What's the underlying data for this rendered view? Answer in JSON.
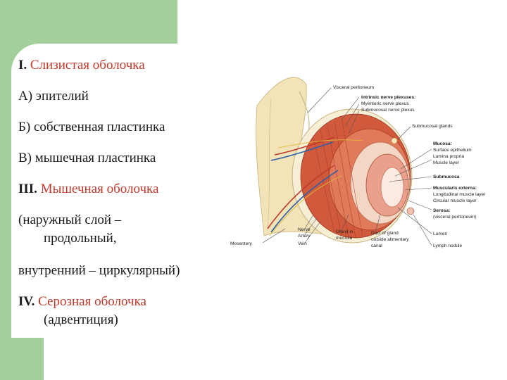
{
  "outline": [
    {
      "num": "I.",
      "text": "Слизистая оболочка",
      "highlight": true
    },
    {
      "num": "",
      "text": "А) эпителий",
      "highlight": false
    },
    {
      "num": "",
      "text": "Б) собственная пластинка",
      "highlight": false
    },
    {
      "num": "",
      "text": "В) мышечная пластинка",
      "highlight": false
    },
    {
      "num": "III.",
      "text": "Мышечная оболочка",
      "highlight": true
    },
    {
      "num": "",
      "text": "(наружный слой –",
      "highlight": false
    },
    {
      "num": "",
      "text": "продольный,",
      "highlight": false
    },
    {
      "num": "",
      "text": "внутренний – циркулярный)",
      "highlight": false
    },
    {
      "num": "IV.",
      "text": "Серозная оболочка",
      "highlight": true
    },
    {
      "num": "",
      "text": "(адвентиция)",
      "highlight": false
    }
  ],
  "diagram": {
    "labels": {
      "visceral_peritoneum": "Visceral peritoneum",
      "intrinsic_plexuses": "Intrinsic nerve plexuses:",
      "myenteric_plexus": "Myenteric nerve plexus",
      "submucosal_plexus": "Submucosal nerve plexus",
      "submucosal_glands": "Submucosal glands",
      "mucosa": "Mucosa:",
      "surface_epithelium": "Surface epithelium",
      "lamina_propria": "Lamina propria",
      "muscle_layer": "Muscle layer",
      "submucosa": "Submucosa",
      "muscularis_externa": "Muscularis externa:",
      "longitudinal_layer": "Longitudinal muscle layer",
      "circular_layer": "Circular muscle layer",
      "serosa": "Serosa:",
      "serosa_sub": "(visceral peritoneum)",
      "lumen": "Lumen",
      "lymph_nodule": "Lymph nodule",
      "mesentery": "Mesentery",
      "nerve": "Nerve",
      "artery": "Artery",
      "vein": "Vein",
      "gland_in_mucosa_1": "Gland in",
      "gland_in_mucosa_2": "mucosa",
      "duct_1": "Duct of gland",
      "duct_2": "outside alimentary",
      "duct_3": "canal"
    }
  },
  "colors": {
    "green": "#a3cf9a",
    "red_text": "#c0392b",
    "muscle": "#c8452f",
    "mesentery": "#f2e3b8"
  }
}
